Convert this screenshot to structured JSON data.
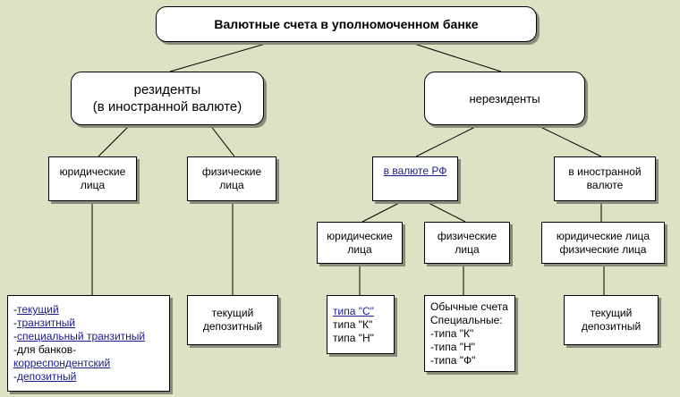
{
  "title": "Валютные счета в уполномоченном банке",
  "residents": {
    "label_line1": "резиденты",
    "label_line2": "(в иностранной валюте)",
    "legal": {
      "line1": "юридические",
      "line2": "лица"
    },
    "physical": {
      "line1": "физические",
      "line2": "лица"
    },
    "legal_accounts": [
      {
        "text": "-",
        "link": "текущий"
      },
      {
        "text": "-",
        "link": "транзитный"
      },
      {
        "text": "-",
        "link": "специальный транзитный"
      },
      {
        "text": "-для банков-",
        "link": ""
      },
      {
        "text": "",
        "link": "корреспондентский"
      },
      {
        "text": "-",
        "link": "депозитный"
      }
    ],
    "physical_accounts": [
      "текущий",
      "депозитный"
    ]
  },
  "nonresidents": {
    "label": "нерезиденты",
    "rub": {
      "label": "в валюте РФ"
    },
    "foreign": {
      "line1": "в иностранной",
      "line2": "валюте"
    },
    "rub_legal": {
      "line1": "юридические",
      "line2": "лица"
    },
    "rub_physical": {
      "line1": "физические",
      "line2": "лица"
    },
    "foreign_both": {
      "line1": "юридические лица",
      "line2": "физические лица"
    },
    "rub_legal_accounts": {
      "link": "типа \"С\"",
      "line2": "типа \"К\"",
      "line3": "типа \"Н\""
    },
    "rub_physical_accounts": [
      "Обычные счета",
      "Специальные:",
      "-типа \"К\"",
      "-типа \"Н\"",
      "-типа \"Ф\""
    ],
    "foreign_accounts": [
      "текущий",
      "депозитный"
    ]
  }
}
